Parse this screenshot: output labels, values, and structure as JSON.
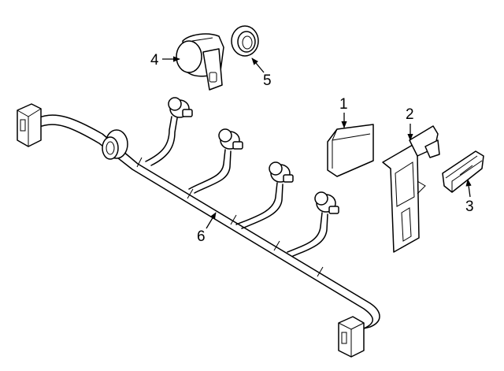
{
  "diagram": {
    "callouts": [
      {
        "id": "4",
        "label": "4"
      },
      {
        "id": "5",
        "label": "5"
      },
      {
        "id": "1",
        "label": "1"
      },
      {
        "id": "2",
        "label": "2"
      },
      {
        "id": "3",
        "label": "3"
      },
      {
        "id": "6",
        "label": "6"
      }
    ],
    "parts": [
      {
        "number": "1",
        "kind": "module-cover"
      },
      {
        "number": "2",
        "kind": "sensor-bracket"
      },
      {
        "number": "3",
        "kind": "retainer-clip"
      },
      {
        "number": "4",
        "kind": "park-assist-sensor"
      },
      {
        "number": "5",
        "kind": "sensor-grommet"
      },
      {
        "number": "6",
        "kind": "wiring-harness"
      }
    ],
    "colors": {
      "line": "#000000",
      "background": "#ffffff"
    }
  }
}
